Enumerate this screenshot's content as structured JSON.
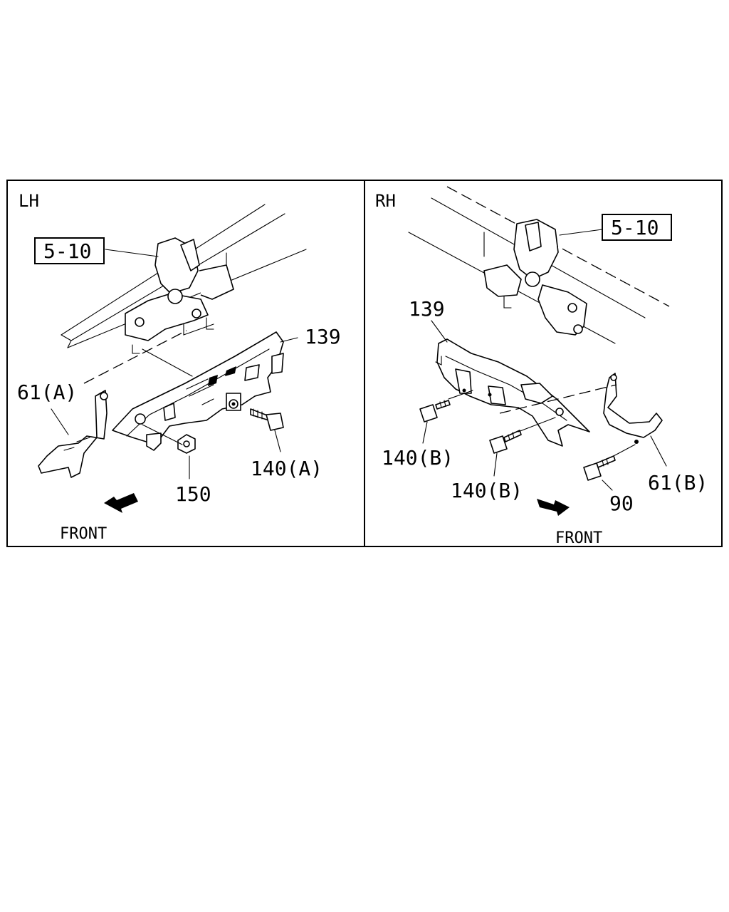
{
  "panels": [
    {
      "side": "LH",
      "front_label": "FRONT",
      "callouts": {
        "ref": "5-10",
        "cover": "139",
        "bracket": "61(A)",
        "nut": "150",
        "bolt": "140(A)"
      }
    },
    {
      "side": "RH",
      "front_label": "FRONT",
      "callouts": {
        "ref": "5-10",
        "cover": "139",
        "bolt_left": "140(B)",
        "bolt_mid": "140(B)",
        "bolt_small": "90",
        "bracket": "61(B)"
      }
    }
  ]
}
